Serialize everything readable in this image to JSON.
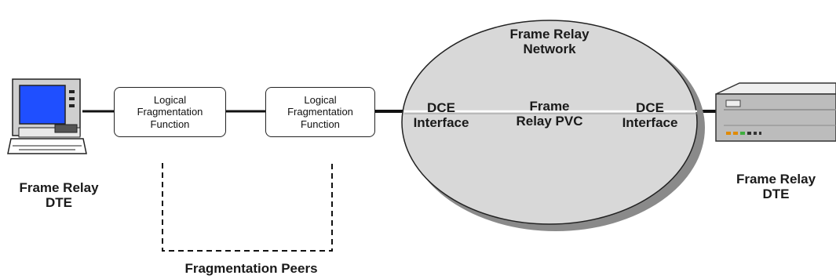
{
  "diagram": {
    "left_dte_label": "Frame Relay\nDTE",
    "right_dte_label": "Frame Relay\nDTE",
    "function_box_1": "Logical\nFragmentation\nFunction",
    "function_box_2": "Logical\nFragmentation\nFunction",
    "network_label": "Frame Relay\nNetwork",
    "dce_left_label": "DCE\nInterface",
    "pvc_label": "Frame\nRelay PVC",
    "dce_right_label": "DCE\nInterface",
    "peers_label": "Fragmentation Peers"
  },
  "colors": {
    "screen": "#1f4fff",
    "line": "#111111",
    "ellipse_fill": "#d8d8d8",
    "shadow": "#8a8a8a"
  }
}
